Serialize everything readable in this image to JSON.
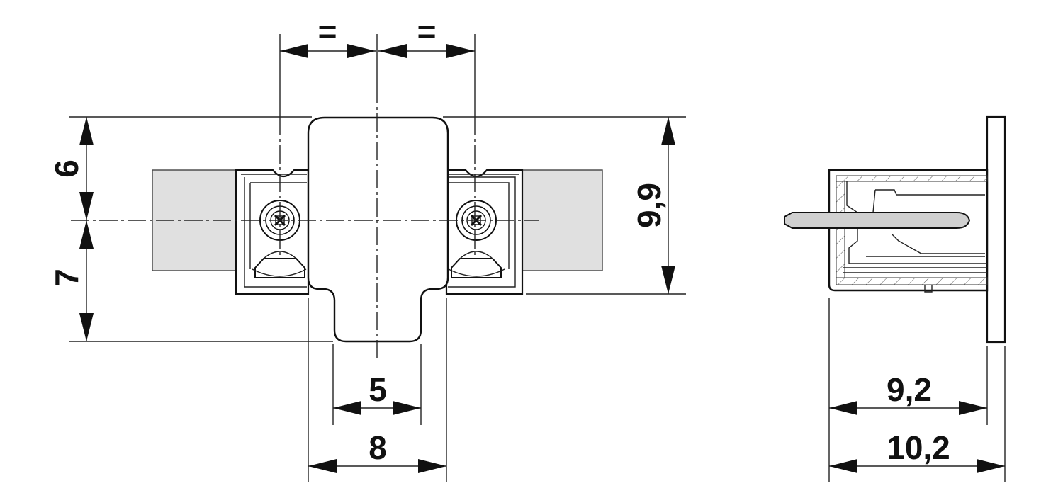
{
  "dimensions": {
    "top_left_equal": "=",
    "top_right_equal": "=",
    "left_upper": "6",
    "left_lower": "7",
    "right_height": "9,9",
    "inner_width": "5",
    "outer_width": "8",
    "side_depth": "9,2",
    "side_total": "10,2"
  },
  "colors": {
    "line": "#111111",
    "wire_fill": "#e0e0e0",
    "pin_fill": "#d0d0d0",
    "background": "#ffffff"
  }
}
